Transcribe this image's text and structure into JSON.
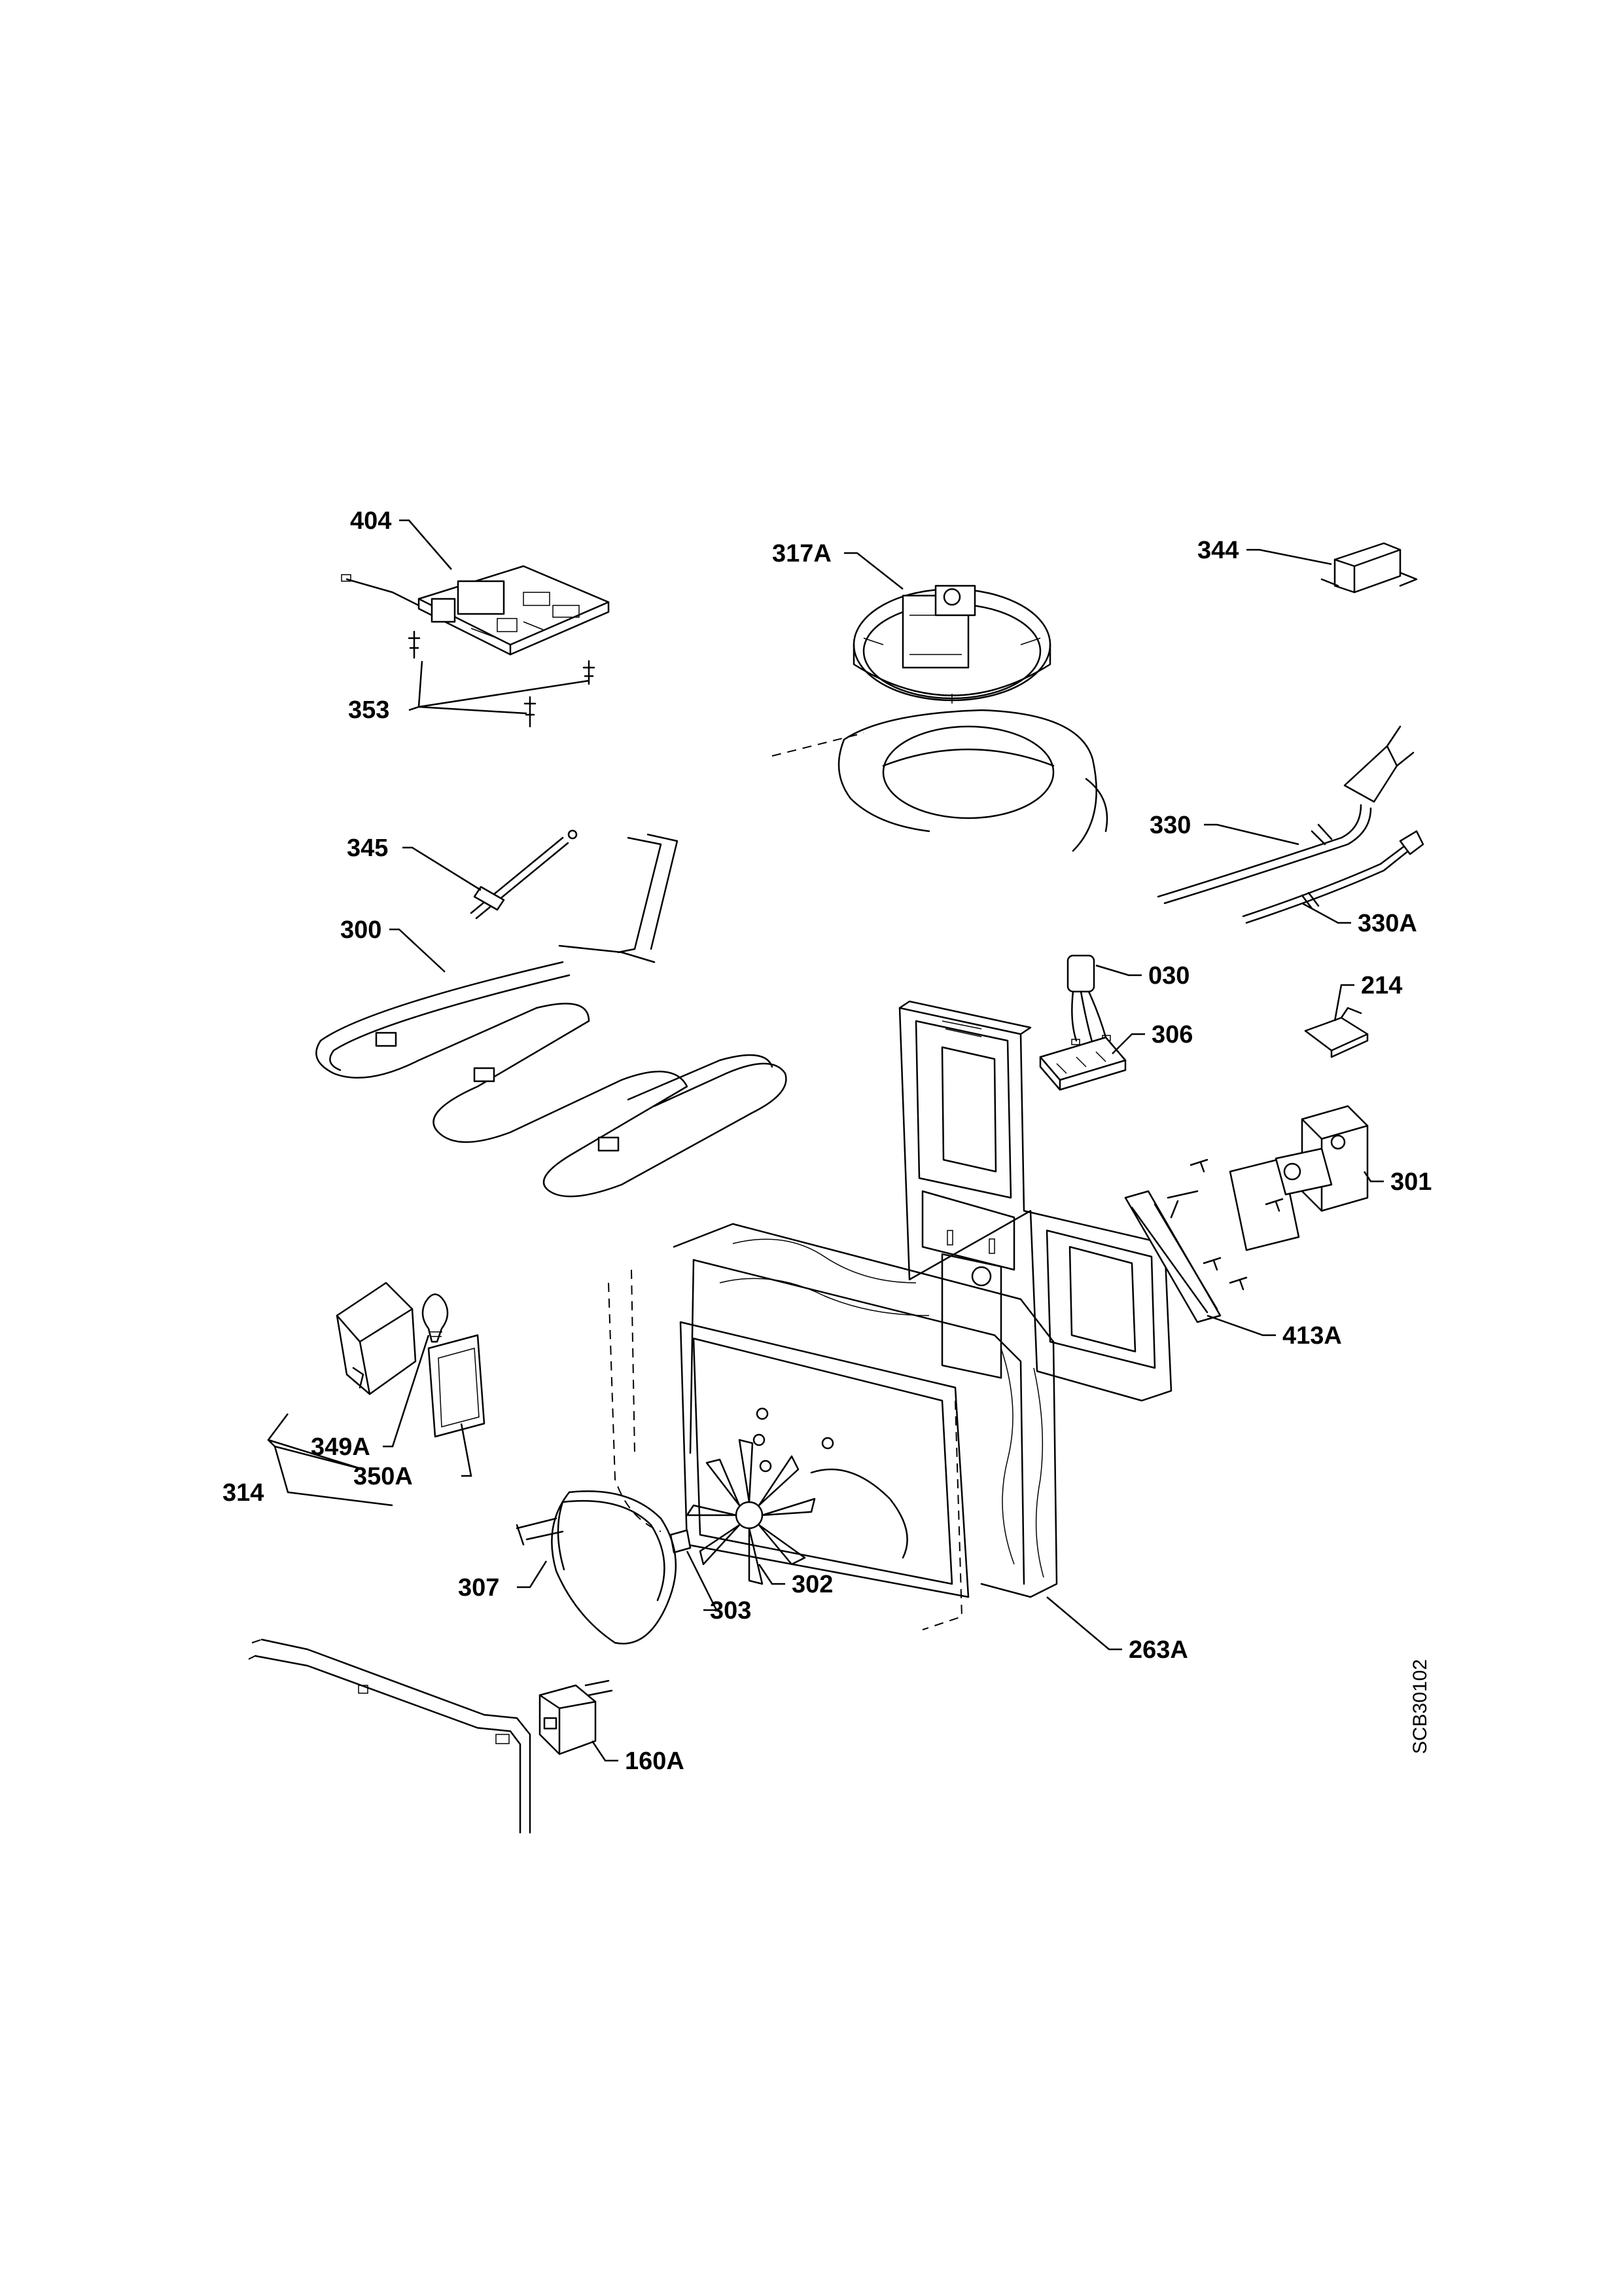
{
  "diagram": {
    "drawing_ref": "SCB30102",
    "part_labels": {
      "p404": "404",
      "p317A": "317A",
      "p344": "344",
      "p353": "353",
      "p345": "345",
      "p330": "330",
      "p330A": "330A",
      "p300": "300",
      "p030": "030",
      "p214": "214",
      "p306": "306",
      "p301": "301",
      "p413A": "413A",
      "p349A": "349A",
      "p314": "314",
      "p350A": "350A",
      "p307": "307",
      "p302": "302",
      "p303": "303",
      "p263A": "263A",
      "p160A": "160A"
    }
  }
}
